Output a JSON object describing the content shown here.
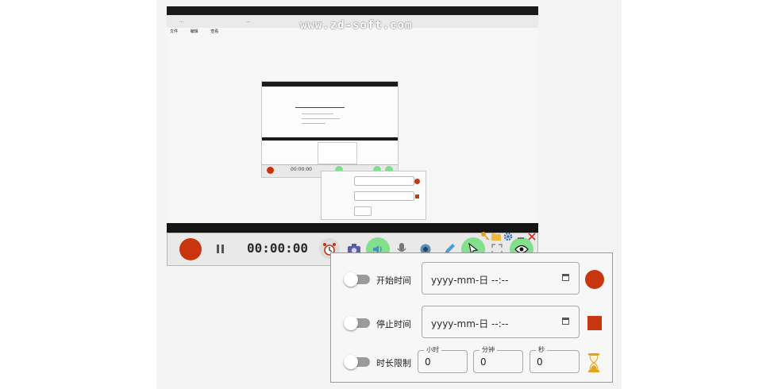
{
  "preview": {
    "tabs": [
      "…",
      "…",
      "…"
    ],
    "menu": [
      "文件",
      "编辑",
      "查看"
    ],
    "watermark": "www.zd-soft.com",
    "nested_time": "00:00:00"
  },
  "toolbar": {
    "timer": "00:00:00",
    "record_color": "#c7360f",
    "accent_green": "#82e08d"
  },
  "schedule": {
    "start": {
      "label": "开始时间",
      "placeholder": "yyyy-mm-日 --:--"
    },
    "stop": {
      "label": "停止时间",
      "placeholder": "yyyy-mm-日 --:--"
    },
    "duration": {
      "label": "时长限制",
      "hours": {
        "label": "小时",
        "value": "0"
      },
      "minutes": {
        "label": "分钟",
        "value": "0"
      },
      "seconds": {
        "label": "秒",
        "value": "0"
      }
    }
  },
  "icons": [
    "alarm-clock-icon",
    "camera-icon",
    "speaker-icon",
    "microphone-icon",
    "webcam-icon",
    "pen-icon",
    "cursor-icon",
    "fullscreen-icon",
    "eye-icon",
    "key-icon",
    "folder-icon",
    "gear-icon",
    "minimize-icon",
    "close-icon",
    "calendar-icon",
    "hourglass-icon"
  ]
}
